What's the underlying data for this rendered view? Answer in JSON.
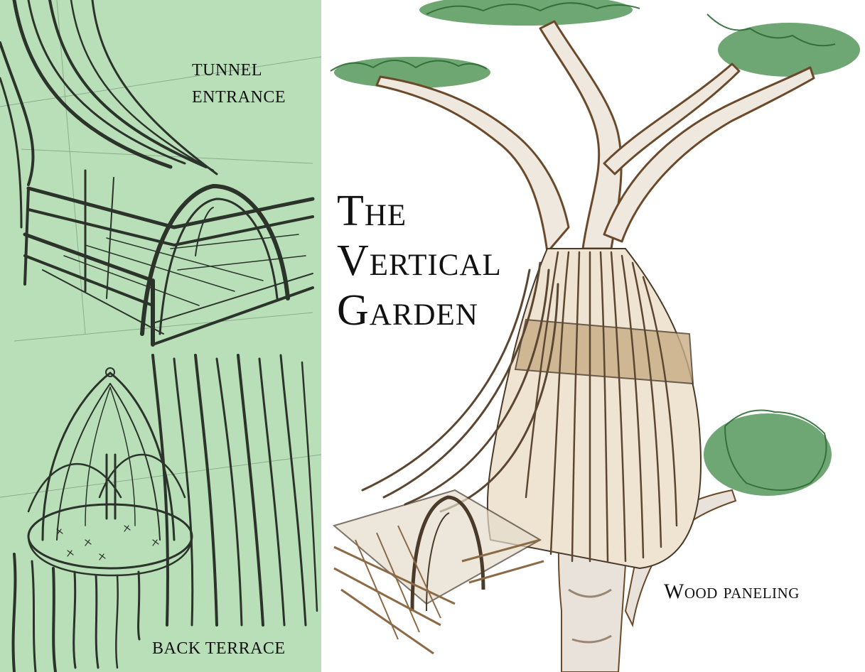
{
  "title": {
    "line1": "The",
    "line2": "Vertical",
    "line3": "Garden"
  },
  "labels": {
    "tunnel_line1": "TUNNEL",
    "tunnel_line2": "ENTRANCE",
    "back_terrace": "BACK TERRACE",
    "wood_paneling": "Wood paneling"
  },
  "colors": {
    "panel_green": "#b8dfb8",
    "ink": "#111111",
    "foliage": "#3f8a45",
    "wood": "#c9ad85",
    "bark": "#6b4a2b"
  }
}
